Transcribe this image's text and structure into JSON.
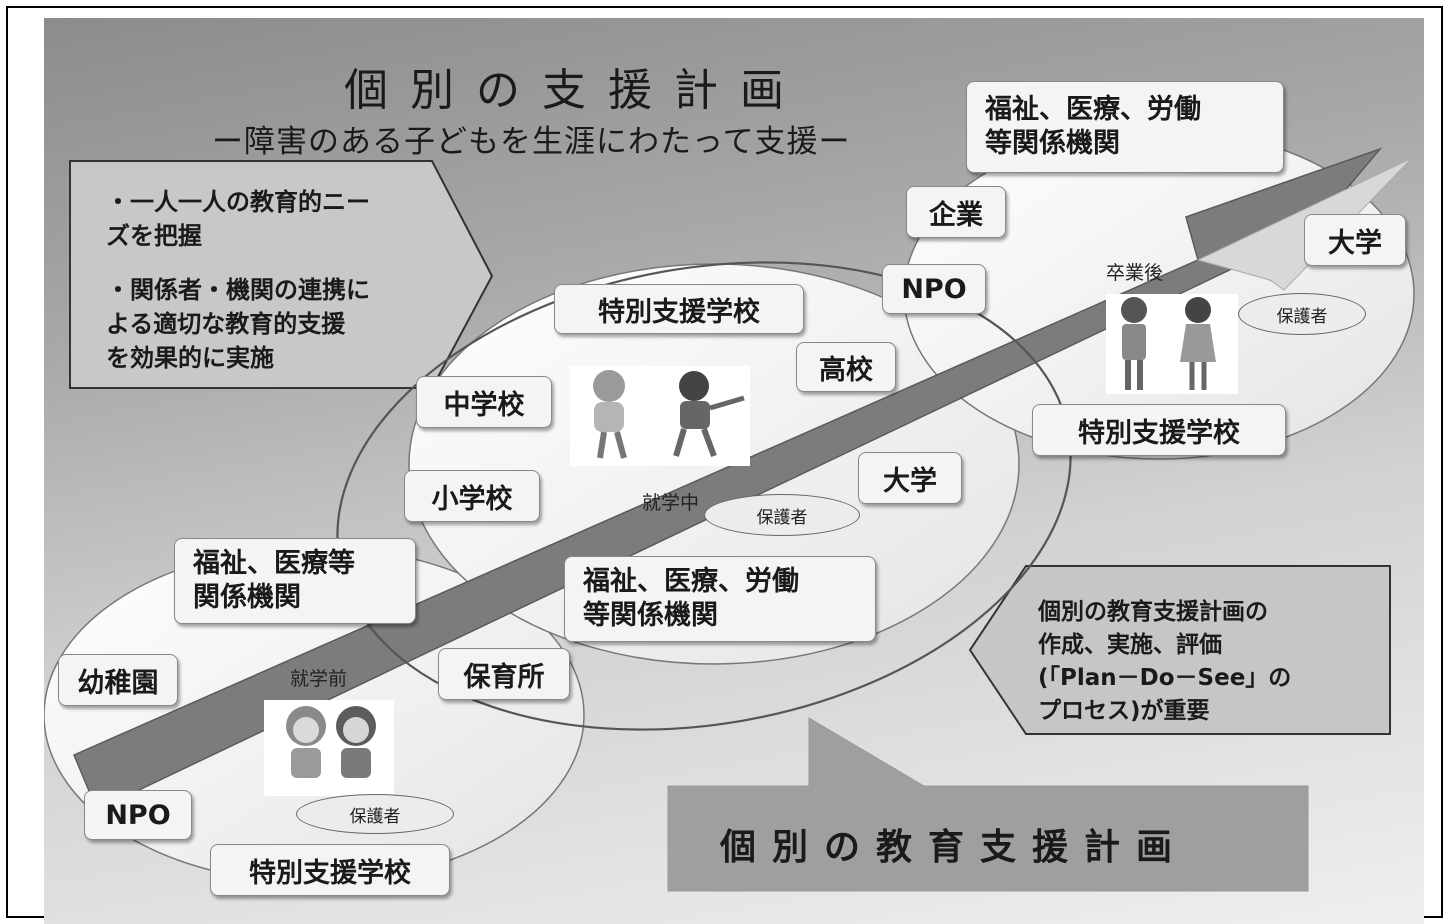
{
  "title": "個別の支援計画",
  "subtitle": "ー障害のある子どもを生涯にわたって支援ー",
  "left_note": {
    "line1": "・一人一人の教育的ニー",
    "line2": "ズを把握",
    "line3": "・関係者・機関の連携に",
    "line4": "よる適切な教育的支援",
    "line5": "を効果的に実施"
  },
  "right_note": {
    "line1": "個別の教育支援計画の",
    "line2": "作成、実施、評価",
    "line3": "(「Plan－Do－See」の",
    "line4": "プロセス)が重要"
  },
  "bottom_banner": "個別の教育支援計画",
  "stages": {
    "pre_school": {
      "label": "就学前",
      "welfare_line1": "福祉、医療等",
      "welfare_line2": "関係機関",
      "kindergarten": "幼稚園",
      "nursery": "保育所",
      "npo": "NPO",
      "special_school": "特別支援学校",
      "guardian": "保護者"
    },
    "in_school": {
      "label": "就学中",
      "special_school": "特別支援学校",
      "junior_high": "中学校",
      "elementary": "小学校",
      "high_school": "高校",
      "university": "大学",
      "welfare_line1": "福祉、医療、労働",
      "welfare_line2": "等関係機関",
      "guardian": "保護者"
    },
    "post_graduation": {
      "label": "卒業後",
      "welfare_line1": "福祉、医療、労働",
      "welfare_line2": "等関係機関",
      "company": "企業",
      "npo": "NPO",
      "university": "大学",
      "special_school": "特別支援学校",
      "guardian": "保護者"
    }
  }
}
